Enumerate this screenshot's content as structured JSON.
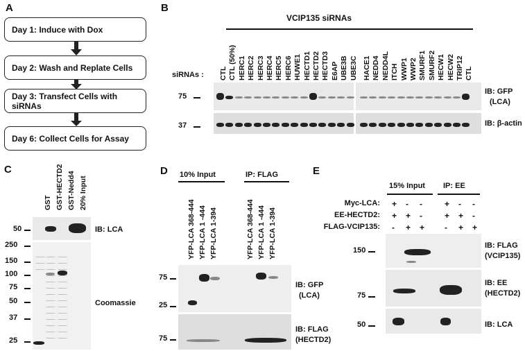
{
  "panels": {
    "A": {
      "label": "A",
      "steps": [
        "Day 1: Induce with Dox",
        "Day 2: Wash and Replate Cells",
        "Day 3: Transfect Cells with siRNAs",
        "Day 6: Collect Cells for Assay"
      ]
    },
    "B": {
      "label": "B",
      "header": "VCIP135 siRNAs",
      "sirna_prefix": "siRNAs :",
      "lanes_left": [
        "CTL",
        "CTL (50%)",
        "HERC1",
        "HERC2",
        "HERC3",
        "HERC4",
        "HERC5",
        "HERC6",
        "HUWE1",
        "HECTD1",
        "HECTD2",
        "HECTD3",
        "E6AP",
        "UBE3B",
        "UBE3C"
      ],
      "lanes_right": [
        "HACE1",
        "NEDD4",
        "NEDD4L",
        "ITCH",
        "WWP1",
        "WWP2",
        "SMURF1",
        "SMURF2",
        "HECW1",
        "HECW2",
        "TRIP12",
        "CTL"
      ],
      "mw": [
        "75",
        "37"
      ],
      "ib_top": "IB: GFP",
      "ib_top_sub": "(LCA)",
      "ib_bottom": "IB: β-actin"
    },
    "C": {
      "label": "C",
      "lanes": [
        "GST",
        "GST-HECTD2",
        "GST-Nedd4",
        "20% Input"
      ],
      "mw_top": "50",
      "ib": "IB: LCA",
      "mw": [
        "250",
        "150",
        "100",
        "75",
        "50",
        "37",
        "25"
      ],
      "stain": "Coomassie"
    },
    "D": {
      "label": "D",
      "group1": "10% Input",
      "group2": "IP: FLAG",
      "lanes": [
        "YFP-LCA 368-444",
        "YFP-LCA 1 -444",
        "YFP-LCA 1-394",
        "YFP-LCA 368-444",
        "YFP-LCA 1 -444",
        "YFP-LCA 1-394"
      ],
      "mw_top": [
        "75",
        "25"
      ],
      "mw_bottom": "75",
      "ib_top": "IB: GFP",
      "ib_top_sub": "(LCA)",
      "ib_bottom": "IB: FLAG",
      "ib_bottom_sub": "(HECTD2)"
    },
    "E": {
      "label": "E",
      "group1": "15% Input",
      "group2": "IP: EE",
      "rows": [
        {
          "name": "Myc-LCA:",
          "signs": [
            "+",
            "-",
            "-",
            "+",
            "-",
            "-"
          ]
        },
        {
          "name": "EE-HECTD2:",
          "signs": [
            "+",
            "+",
            "-",
            "+",
            "+",
            "-"
          ]
        },
        {
          "name": "FLAG-VCIP135:",
          "signs": [
            "-",
            "+",
            "+",
            "-",
            "+",
            "+"
          ]
        }
      ],
      "mw": [
        "150",
        "75",
        "50"
      ],
      "ib1": "IB: FLAG",
      "ib1_sub": "(VCIP135)",
      "ib2": "IB: EE",
      "ib2_sub": "(HECTD2)",
      "ib3": "IB: LCA"
    }
  }
}
